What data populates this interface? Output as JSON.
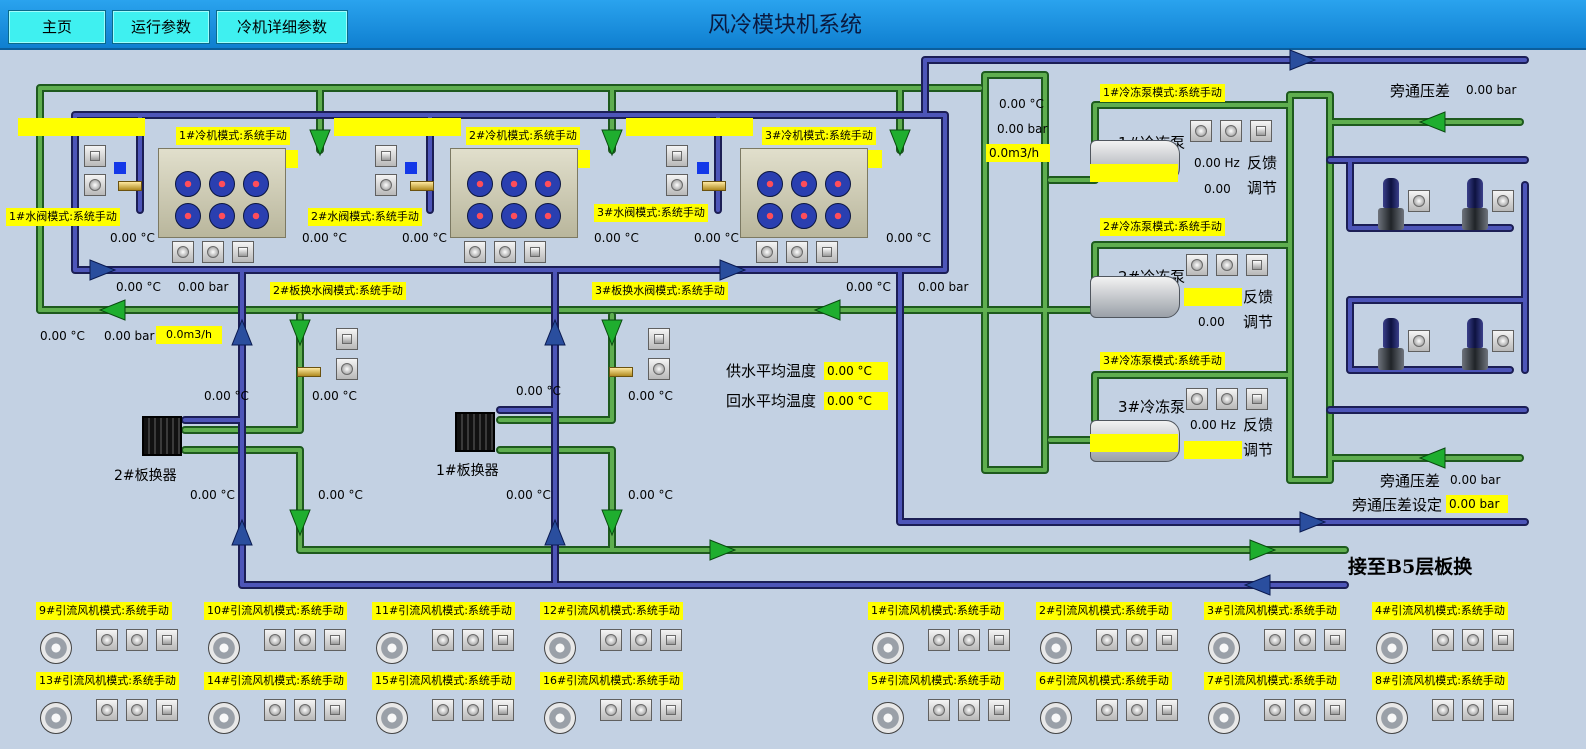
{
  "nav": {
    "home": "主页",
    "run_params": "运行参数",
    "chiller_detail": "冷机详细参数"
  },
  "title": "风冷模块机系统",
  "chillers": [
    {
      "mode": "1#冷机模式:系统手动",
      "valve_mode": "1#水阀模式:系统手动",
      "in_temp": "0.00 °C",
      "out_temp": "0.00 °C"
    },
    {
      "mode": "2#冷机模式:系统手动",
      "valve_mode": "2#水阀模式:系统手动",
      "in_temp": "0.00 °C",
      "out_temp": "0.00 °C"
    },
    {
      "mode": "3#冷机模式:系统手动",
      "valve_mode": "3#水阀模式:系统手动",
      "in_temp": "0.00 °C",
      "out_temp": "0.00 °C"
    }
  ],
  "return_header": {
    "temp1": "0.00 °C",
    "pressure1": "0.00 bar",
    "temp2": "0.00 °C",
    "pressure2": "0.00 bar"
  },
  "supply_left": {
    "temp": "0.00 °C",
    "pressure": "0.00 bar",
    "flow": "0.0m3/h"
  },
  "plate_hx_valves": [
    {
      "mode": "2#板换水阀模式:系统手动",
      "temp": "0.00 °C"
    },
    {
      "mode": "3#板换水阀模式:系统手动",
      "temp": "0.00 °C"
    }
  ],
  "plate_hx": [
    {
      "name": "2#板换器",
      "t_top": "0.00 °C",
      "t_bot1": "0.00 °C",
      "t_bot2": "0.00 °C"
    },
    {
      "name": "1#板换器",
      "t_top": "0.00 °C",
      "t_bot1": "0.00 °C",
      "t_bot2": "0.00 °C"
    }
  ],
  "averages": {
    "supply_label": "供水平均温度",
    "supply_value": "0.00 °C",
    "return_label": "回水平均温度",
    "return_value": "0.00 °C"
  },
  "riser": {
    "temp": "0.00 °C",
    "pressure": "0.00 bar",
    "flow": "0.0m3/h"
  },
  "pumps": [
    {
      "mode": "1#冷冻泵模式:系统手动",
      "name": "1#冷冻泵",
      "freq": "0.00 Hz",
      "feedback": "反馈",
      "adjust_value": "0.00",
      "adjust": "调节"
    },
    {
      "mode": "2#冷冻泵模式:系统手动",
      "name": "2#冷冻泵",
      "freq": "",
      "feedback": "反馈",
      "adjust_value": "0.00",
      "adjust": "调节"
    },
    {
      "mode": "3#冷冻泵模式:系统手动",
      "name": "3#冷冻泵",
      "freq": "0.00 Hz",
      "feedback": "反馈",
      "adjust_value": "",
      "adjust": "调节"
    }
  ],
  "bypass": {
    "top_label": "旁通压差",
    "top_value": "0.00 bar",
    "bottom_label": "旁通压差",
    "bottom_value": "0.00 bar",
    "setpoint_label": "旁通压差设定",
    "setpoint_value": "0.00 bar"
  },
  "b5_label": "接至B5层板换",
  "fans": [
    "9#引流风机模式:系统手动",
    "10#引流风机模式:系统手动",
    "11#引流风机模式:系统手动",
    "12#引流风机模式:系统手动",
    "1#引流风机模式:系统手动",
    "2#引流风机模式:系统手动",
    "3#引流风机模式:系统手动",
    "4#引流风机模式:系统手动",
    "13#引流风机模式:系统手动",
    "14#引流风机模式:系统手动",
    "15#引流风机模式:系统手动",
    "16#引流风机模式:系统手动",
    "5#引流风机模式:系统手动",
    "6#引流风机模式:系统手动",
    "7#引流风机模式:系统手动",
    "8#引流风机模式:系统手动"
  ],
  "colors": {
    "supply_pipe": "#3f8f3f",
    "return_pipe": "#3a3d8e",
    "highlight": "#ffff00",
    "nav_button": "#3ff0f0"
  }
}
